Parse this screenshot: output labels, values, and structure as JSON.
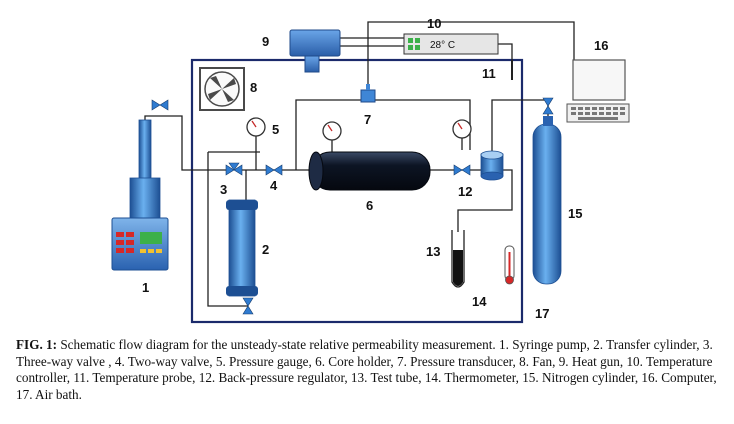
{
  "labels": {
    "n1": "1",
    "n2": "2",
    "n3": "3",
    "n4": "4",
    "n5": "5",
    "n6": "6",
    "n7": "7",
    "n8": "8",
    "n9": "9",
    "n10": "10",
    "n11": "11",
    "n12": "12",
    "n13": "13",
    "n14": "14",
    "n15": "15",
    "n16": "16",
    "n17": "17"
  },
  "controller_display": "28° C",
  "caption": {
    "fig": "FIG. 1:",
    "text": " Schematic flow diagram for the unsteady-state relative permeability measurement. 1. Syringe pump, 2. Transfer cylinder, 3. Three-way valve , 4. Two-way valve, 5. Pressure gauge, 6. Core holder, 7. Pressure transducer, 8. Fan, 9. Heat gun, 10. Temperature controller, 11. Temperature probe, 12. Back-pressure regulator, 13. Test tube, 14. Thermometer, 15. Nitrogen cylinder, 16. Computer, 17. Air bath."
  },
  "colors": {
    "air_bath_border": "#1b2a6b",
    "equipment_blue": "#2f7bd0",
    "core_holder": "#0d1524",
    "fan_box": "#4a4a4a",
    "display_green": "#3cb04a",
    "cylinder_blue": "#3f86d6"
  }
}
